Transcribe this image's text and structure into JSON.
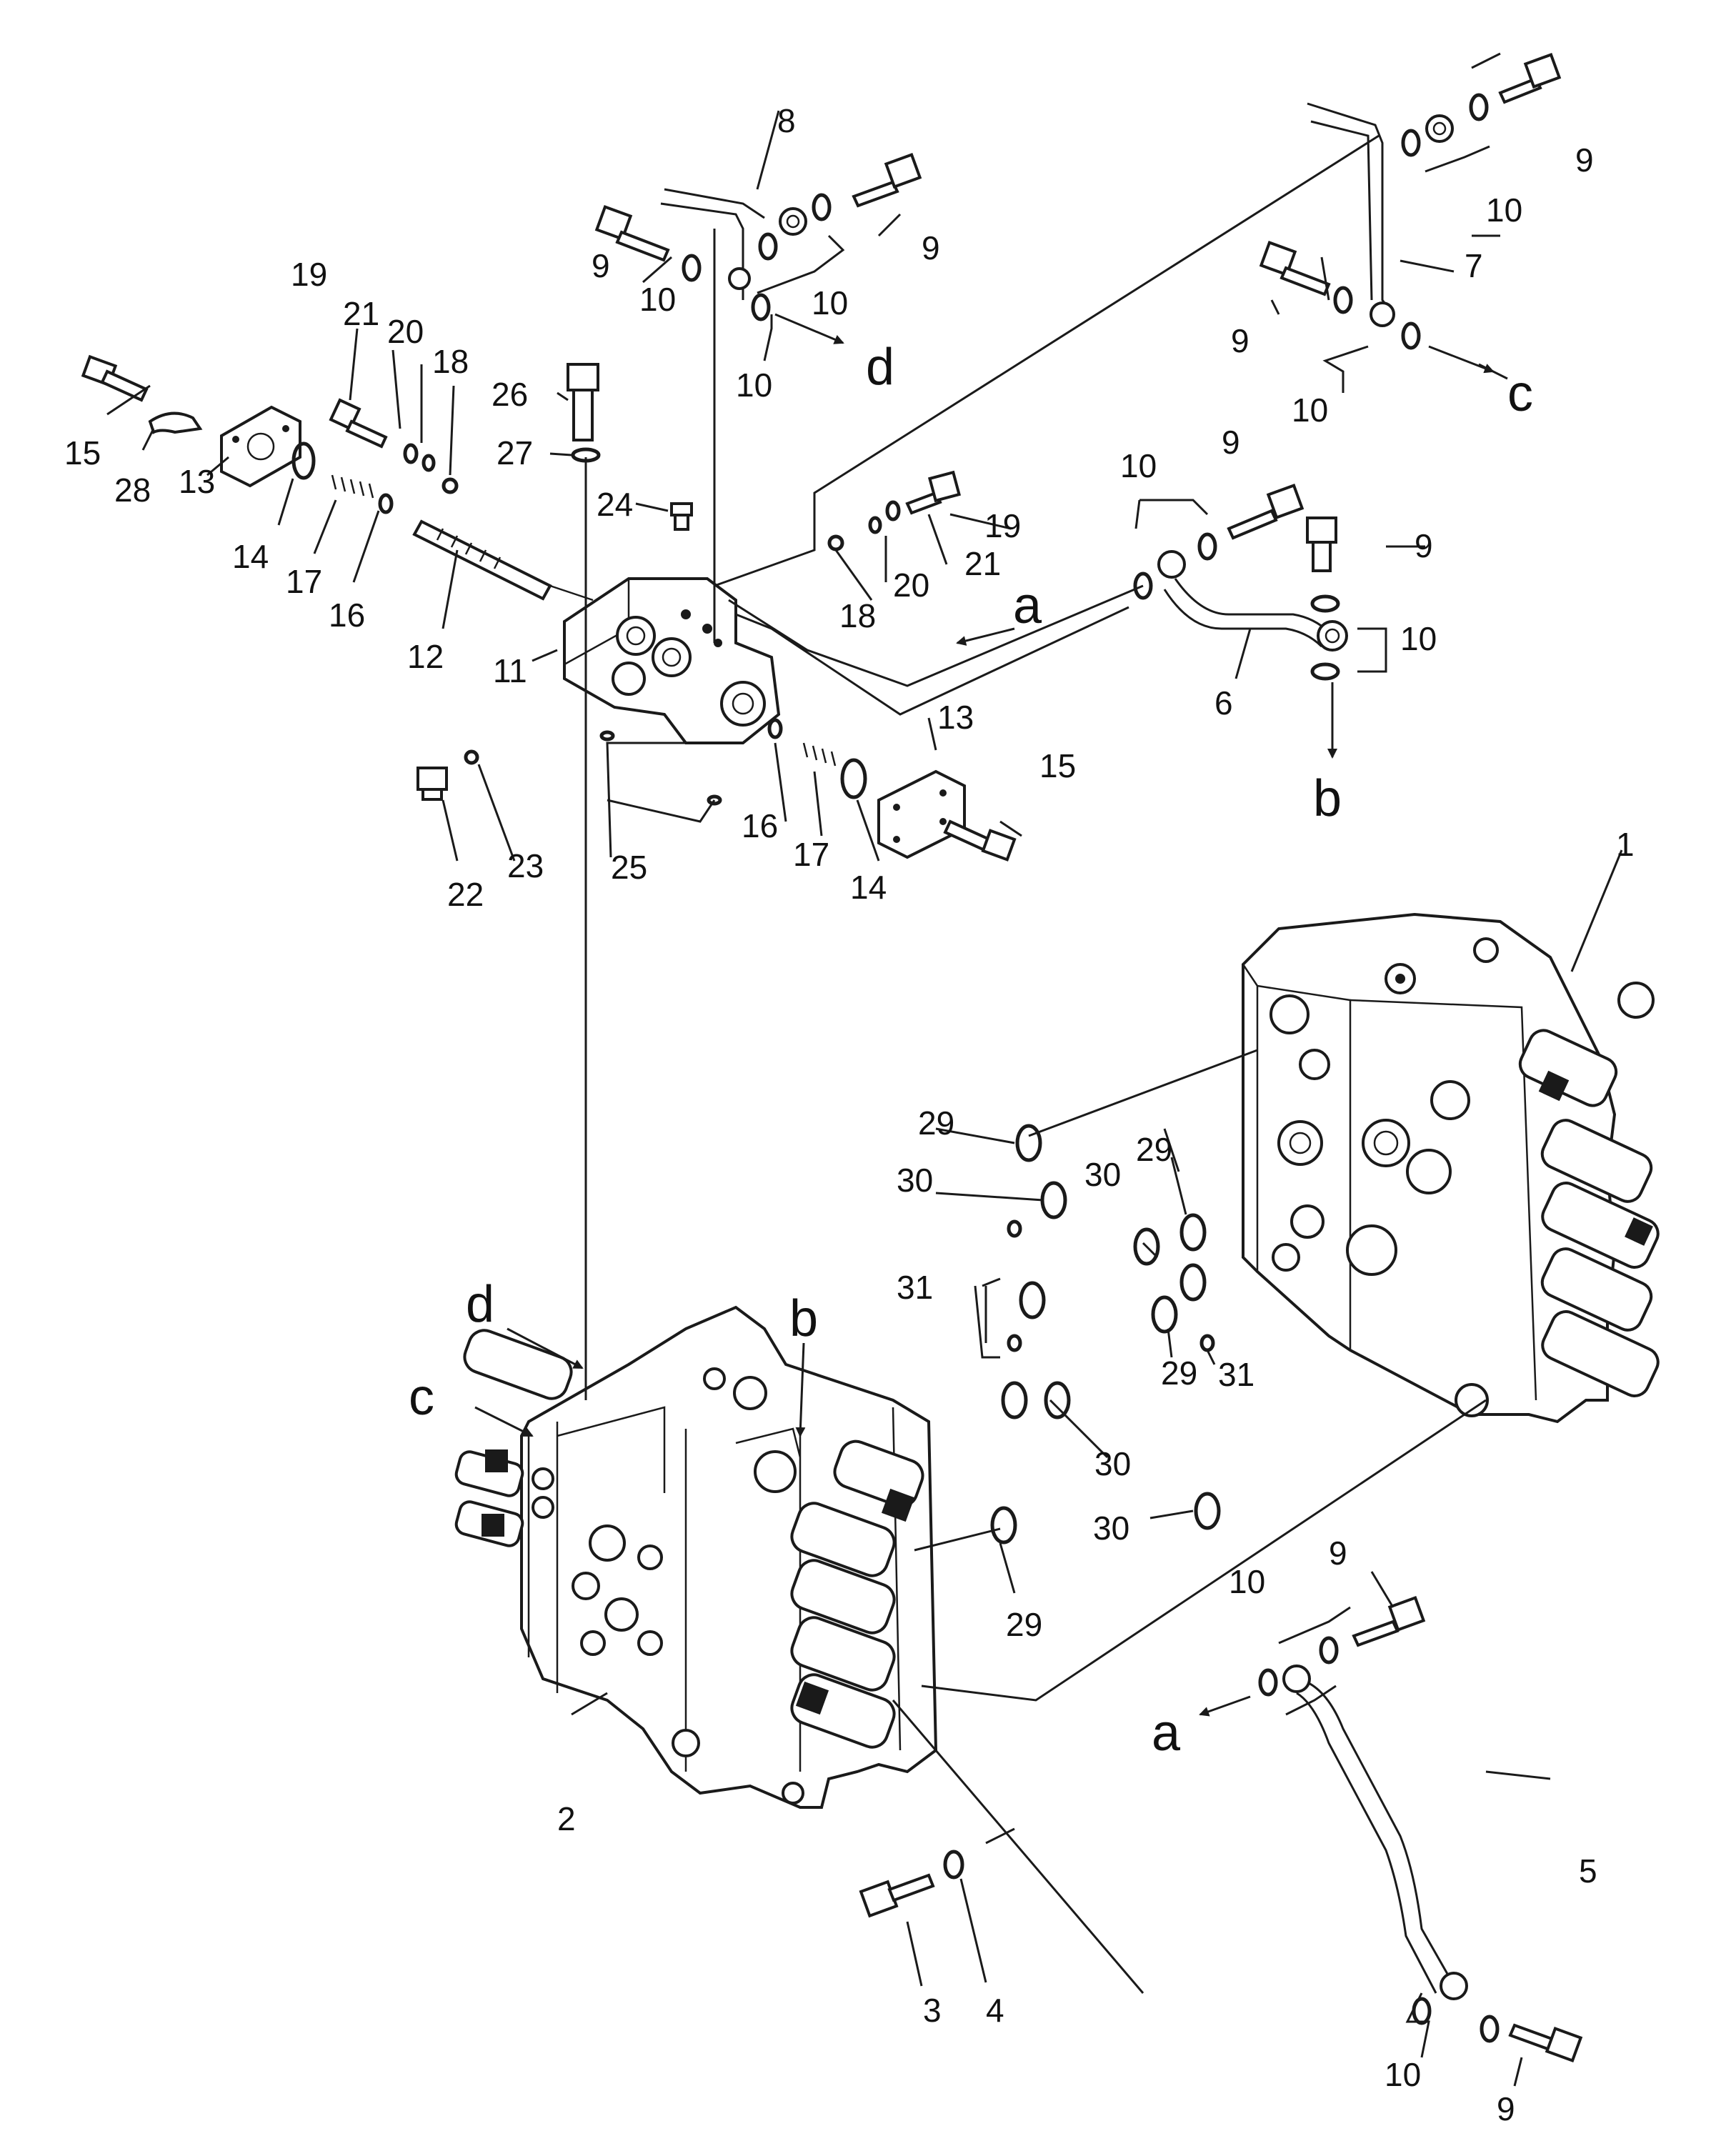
{
  "labels": {
    "n1": "1",
    "n2": "2",
    "n3": "3",
    "n4": "4",
    "n5": "5",
    "n6": "6",
    "n7": "7",
    "n8": "8",
    "n9": "9",
    "n10": "10",
    "n11": "11",
    "n12": "12",
    "n13": "13",
    "n14": "14",
    "n15": "15",
    "n16": "16",
    "n17": "17",
    "n18": "18",
    "n19": "19",
    "n20": "20",
    "n21": "21",
    "n22": "22",
    "n23": "23",
    "n24": "24",
    "n25": "25",
    "n26": "26",
    "n27": "27",
    "n28": "28",
    "n29": "29",
    "n30": "30",
    "n31": "31"
  },
  "arrows": {
    "a": "a",
    "b": "b",
    "c": "c",
    "d": "d"
  }
}
